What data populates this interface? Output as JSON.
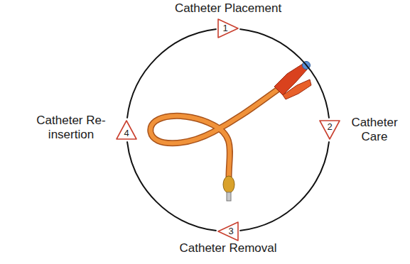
{
  "diagram": {
    "nodes": [
      {
        "text": [
          "1",
          "Catheter Placement"
        ]
      },
      {
        "text": [
          "2",
          "Catheter Care"
        ]
      },
      {
        "text": [
          "3",
          "Catheter Removal"
        ]
      },
      {
        "text": [
          "4",
          "Catheter Re-insertion"
        ]
      }
    ],
    "edges": [
      {
        "from": 0,
        "to": 1,
        "arrow": "none"
      },
      {
        "from": 1,
        "to": 2,
        "arrow": "none"
      },
      {
        "from": 2,
        "to": 3,
        "arrow": "none"
      },
      {
        "from": 3,
        "to": 0,
        "arrow": "none"
      }
    ]
  }
}
